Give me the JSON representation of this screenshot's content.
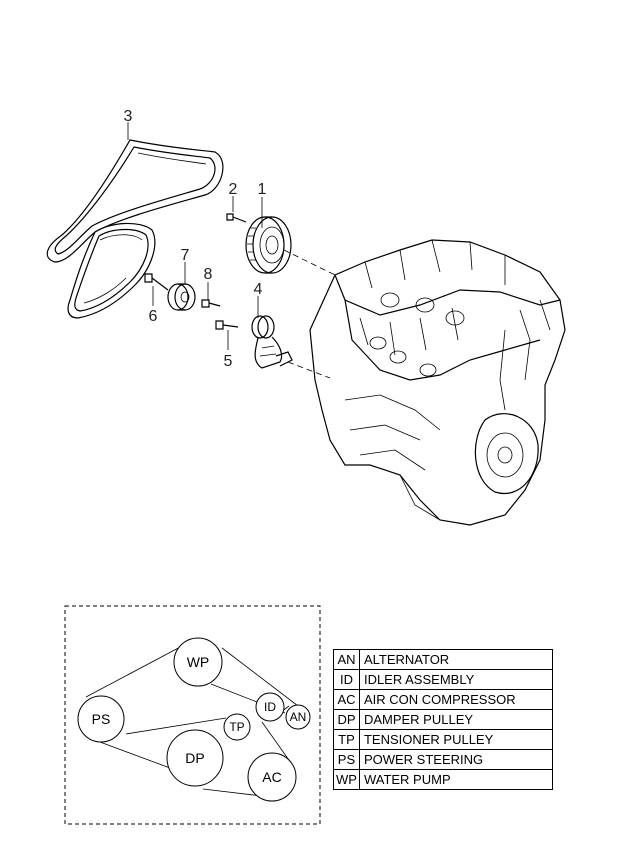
{
  "callouts": [
    {
      "number": "1"
    },
    {
      "number": "2"
    },
    {
      "number": "3"
    },
    {
      "number": "4"
    },
    {
      "number": "5"
    },
    {
      "number": "6"
    },
    {
      "number": "7"
    },
    {
      "number": "8"
    }
  ],
  "routing": {
    "pulleys": [
      {
        "code": "WP"
      },
      {
        "code": "PS"
      },
      {
        "code": "DP"
      },
      {
        "code": "AC"
      },
      {
        "code": "TP"
      },
      {
        "code": "ID"
      },
      {
        "code": "AN"
      }
    ]
  },
  "legend": [
    {
      "code": "AN",
      "name": "ALTERNATOR"
    },
    {
      "code": "ID",
      "name": "IDLER ASSEMBLY"
    },
    {
      "code": "AC",
      "name": "AIR CON COMPRESSOR"
    },
    {
      "code": "DP",
      "name": "DAMPER PULLEY"
    },
    {
      "code": "TP",
      "name": "TENSIONER PULLEY"
    },
    {
      "code": "PS",
      "name": "POWER STEERING"
    },
    {
      "code": "WP",
      "name": "WATER PUMP"
    }
  ]
}
